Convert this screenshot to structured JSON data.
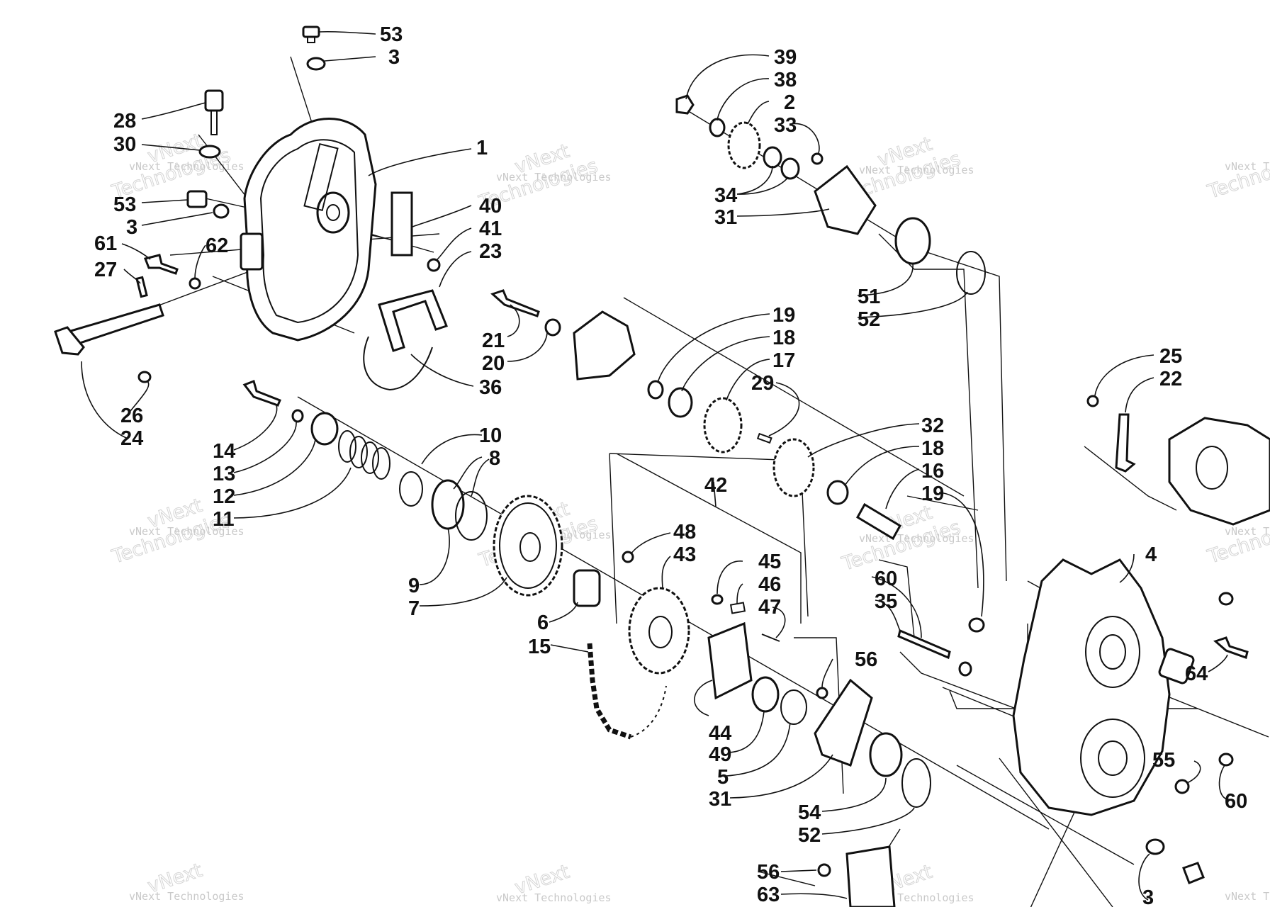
{
  "watermark": {
    "line1": "vNext Technologies",
    "line2a": "vNext",
    "line2b": "Technologies"
  },
  "callouts": [
    "53",
    "3",
    "28",
    "30",
    "1",
    "53",
    "3",
    "40",
    "41",
    "23",
    "61",
    "62",
    "27",
    "36",
    "26",
    "24",
    "14",
    "13",
    "12",
    "11",
    "10",
    "8",
    "9",
    "7",
    "6",
    "15",
    "21",
    "20",
    "19",
    "18",
    "17",
    "29",
    "39",
    "38",
    "2",
    "33",
    "34",
    "31",
    "51",
    "52",
    "32",
    "18",
    "16",
    "19",
    "42",
    "48",
    "43",
    "45",
    "46",
    "47",
    "44",
    "49",
    "5",
    "31",
    "54",
    "52",
    "60",
    "35",
    "56",
    "4",
    "25",
    "22",
    "64",
    "55",
    "60",
    "56",
    "63",
    "3"
  ]
}
